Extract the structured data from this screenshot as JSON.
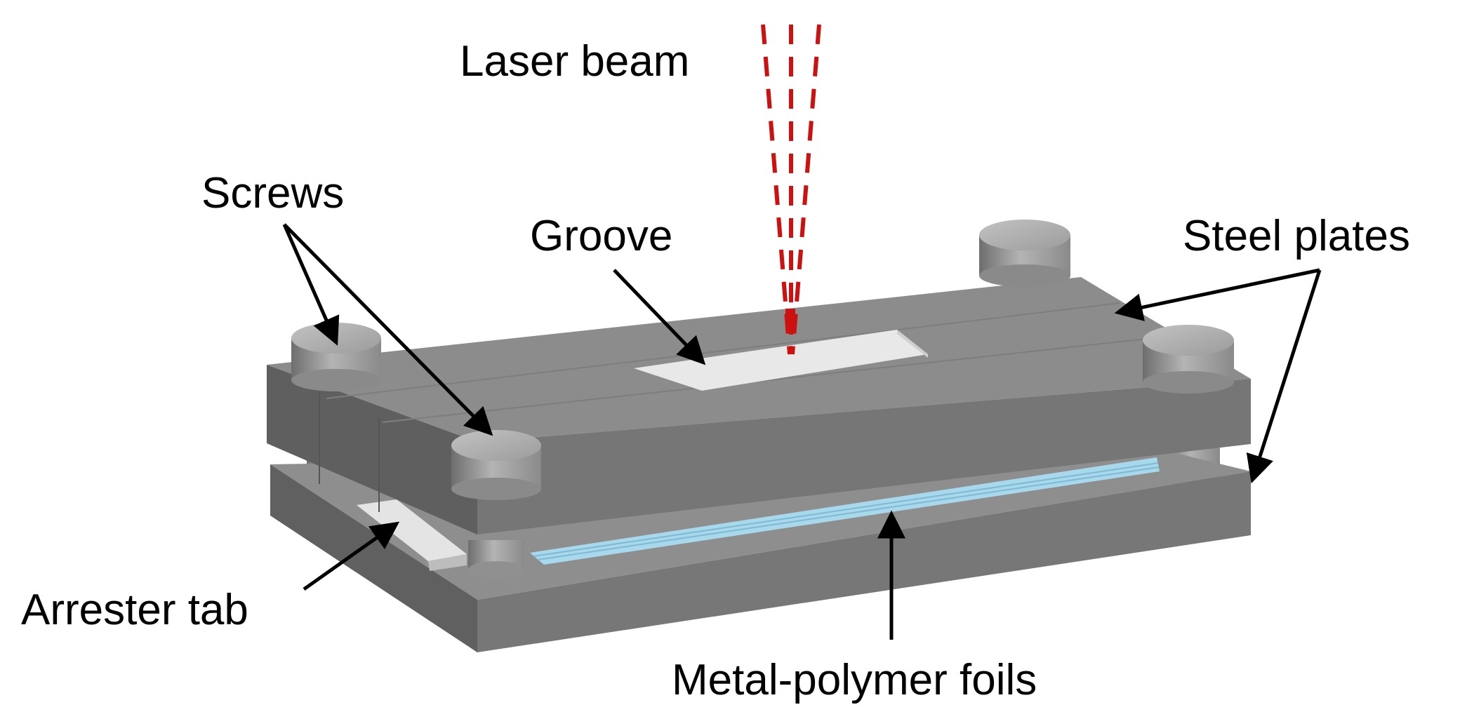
{
  "labels": {
    "laser_beam": "Laser beam",
    "screws": "Screws",
    "groove": "Groove",
    "steel_plates": "Steel plates",
    "arrester_tab": "Arrester tab",
    "metal_polymer_foils": "Metal-polymer foils"
  },
  "colors": {
    "background": "#ffffff",
    "plate_top": "#8c8c8c",
    "plate_front": "#767676",
    "plate_side": "#5f5f5f",
    "screw": "#9a9a9a",
    "groove": "#e6e6e6",
    "foil": "#a8d8ec",
    "laser": "#cc1111",
    "arrow": "#000000",
    "text": "#000000"
  }
}
